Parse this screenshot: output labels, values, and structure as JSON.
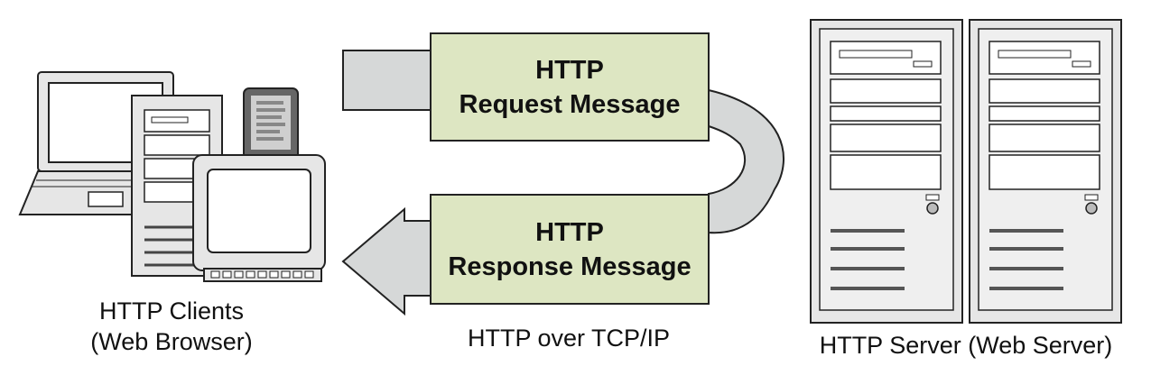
{
  "request": {
    "line1": "HTTP",
    "line2": "Request Message"
  },
  "response": {
    "line1": "HTTP",
    "line2": "Response Message"
  },
  "clients": {
    "line1": "HTTP Clients",
    "line2": "(Web Browser)"
  },
  "transport": {
    "label": "HTTP over TCP/IP"
  },
  "server": {
    "label": "HTTP Server (Web Server)"
  },
  "colors": {
    "message_box": "#dde6c2",
    "arrow_band": "#d6d8d8",
    "device_body": "#e6e6e6",
    "outline": "#222222"
  }
}
